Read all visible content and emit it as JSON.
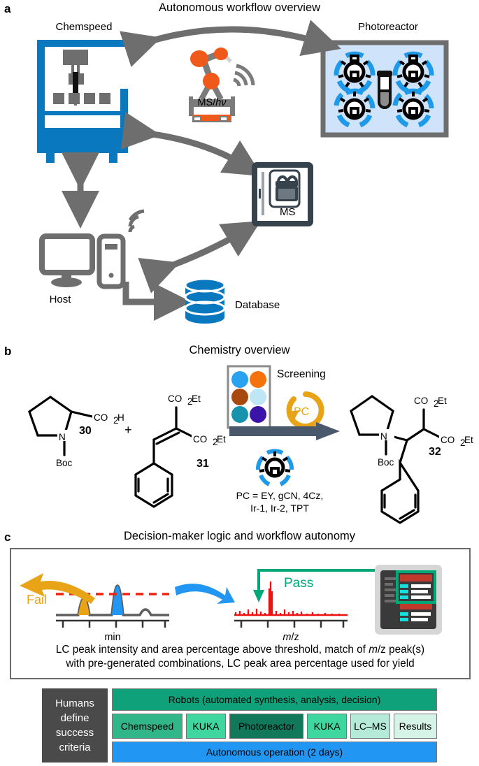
{
  "figure": {
    "panels": [
      {
        "letter": "a",
        "title": "Autonomous workflow overview"
      },
      {
        "letter": "b",
        "title": "Chemistry overview"
      },
      {
        "letter": "c",
        "title": "Decision-maker logic and workflow autonomy"
      }
    ]
  },
  "panel_a": {
    "labels": {
      "chemspeed": "Chemspeed",
      "photoreactor": "Photoreactor",
      "robot": "MS/hv",
      "robot_ms": "MS/",
      "robot_h": "h",
      "robot_nu": "ν",
      "ms": "MS",
      "host": "Host",
      "database": "Database"
    },
    "colors": {
      "chemspeed_blue": "#0a78bf",
      "robot_orange": "#ef5a1a",
      "robot_gray": "#7b7b7b",
      "photoreactor_fill": "#cfe4fb",
      "photoreactor_frame": "#6e6e6e",
      "led_blue": "#1f9ae8",
      "ms_dark": "#36424c",
      "arrow_gray": "#6e6e6e",
      "database_blue": "#0a78bf"
    }
  },
  "panel_b": {
    "reactant1": {
      "label": "CO",
      "label_sub": "2",
      "label_tail": "H",
      "nitrogen": "N",
      "boc": "Boc",
      "number": "30"
    },
    "plus": "+",
    "reactant2": {
      "ester_top": "CO",
      "ester_top_sub": "2",
      "ester_top_tail": "Et",
      "ester_bottom": "CO",
      "ester_bottom_sub": "2",
      "ester_bottom_tail": "Et",
      "number": "31"
    },
    "product": {
      "ester_top": "CO",
      "ester_top_sub": "2",
      "ester_top_tail": "Et",
      "ester_bottom": "CO",
      "ester_bottom_sub": "2",
      "ester_bottom_tail": "Et",
      "nitrogen": "N",
      "boc": "Boc",
      "number": "32"
    },
    "screening_label": "Screening",
    "pc_label": "PC",
    "pc_legend_line1": "PC = EY, gCN, 4Cz,",
    "pc_legend_line2": "Ir-1, Ir-2, TPT",
    "plate_colors": [
      "#29a3ef",
      "#f5720d",
      "#a84a10",
      "#bfe6f5",
      "#1793ad",
      "#3a13a8"
    ],
    "arrow_color": "#4a586b",
    "pc_arrow_color": "#e8a317",
    "lamp_blue": "#1f9ae8"
  },
  "panel_c": {
    "fail_label": "Fail",
    "pass_label": "Pass",
    "axis_min": "min",
    "axis_mz_m": "m",
    "axis_mz_rest": "/z",
    "criteria_line1": "LC peak intensity and area percentage above threshold, match of m/z peak(s)",
    "criteria_line2": "with pre-generated combinations, LC peak area percentage used for yield",
    "criteria_l1_a": "LC peak intensity and area percentage above threshold, match of ",
    "criteria_l1_m": "m",
    "criteria_l1_b": "/z",
    "criteria_l1_c": " peak(s)",
    "colors": {
      "fail_orange": "#e8a317",
      "pass_green": "#00a878",
      "lc_line": "#5d5d5d",
      "lc_peak_blue": "#2196f3",
      "lc_peak_orange": "#e8a317",
      "threshold_red": "#ee2211",
      "ms_red": "#ee1111",
      "screen_dark": "#3a3a3a",
      "screen_bezel": "#d6d6d6"
    },
    "timeline": {
      "humans_lines": [
        "Humans",
        "define",
        "success",
        "criteria"
      ],
      "robots_bar": "Robots (automated synthesis, analysis, decision)",
      "stations": [
        {
          "label": "Chemspeed",
          "color": "#31b68a",
          "width": 112
        },
        {
          "label": "KUKA",
          "color": "#3fd6a0",
          "width": 62
        },
        {
          "label": "Photoreactor",
          "color": "#11795a",
          "width": 118
        },
        {
          "label": "KUKA",
          "color": "#3fd6a0",
          "width": 62
        },
        {
          "label": "LC–MS",
          "color": "#b6ead8",
          "width": 62
        },
        {
          "label": "Results",
          "color": "#d6f3e8",
          "width": 68
        }
      ],
      "autonomous_bar": "Autonomous operation (2 days)",
      "robots_color": "#0fa27a",
      "autonomous_color": "#2196f3",
      "humans_color": "#4a4a4a"
    }
  }
}
